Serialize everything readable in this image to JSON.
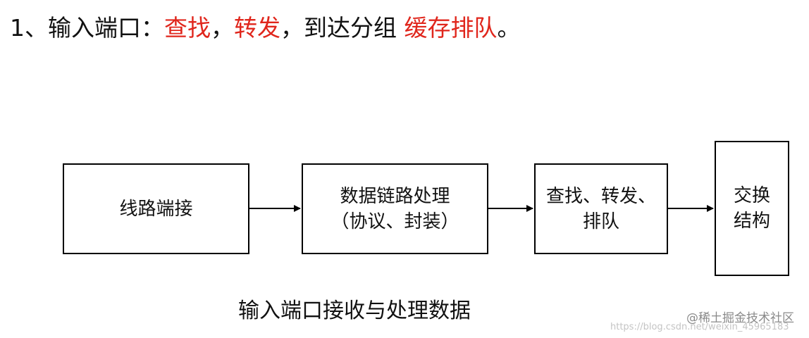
{
  "heading": {
    "part1": "1、输入端口：",
    "part2": "查找",
    "part3": "，",
    "part4": "转发",
    "part5": "，到达分组 ",
    "part6": "缓存排队",
    "part7": "。"
  },
  "colors": {
    "highlight": "#e0261c",
    "text": "#111111",
    "border": "#000000"
  },
  "diagram": {
    "nodes": [
      {
        "lines": [
          "线路端接"
        ]
      },
      {
        "lines": [
          "数据链路处理",
          "（协议、封装）"
        ]
      },
      {
        "lines": [
          "查找、转发、",
          "排队"
        ]
      },
      {
        "lines": [
          "交换",
          "结构"
        ]
      }
    ],
    "caption": "输入端口接收与处理数据"
  },
  "watermark": {
    "brand": "@稀土掘金技术社区",
    "url": "https://blog.csdn.net/weixin_45965183"
  }
}
